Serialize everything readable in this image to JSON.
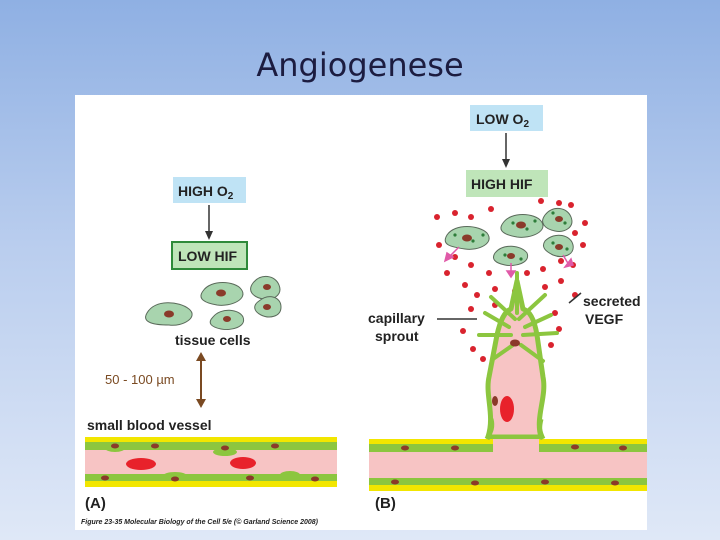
{
  "slide": {
    "title": "Angiogenese"
  },
  "panel_a": {
    "oxygen_box": {
      "prefix": "HIGH O",
      "subscript": "2"
    },
    "hif_box": "LOW HIF",
    "cells_label": "tissue cells",
    "distance_label": "50 - 100 µm",
    "vessel_label": "small blood vessel",
    "panel_letter": "(A)"
  },
  "panel_b": {
    "oxygen_box": {
      "prefix": "LOW O",
      "subscript": "2"
    },
    "hif_box": "HIGH HIF",
    "sprout_label": [
      "capillary",
      "sprout"
    ],
    "vegf_label": [
      "secreted",
      "VEGF"
    ],
    "panel_letter": "(B)"
  },
  "caption": "Figure 23-35 Molecular Biology of the Cell 5/e (© Garland Science 2008)",
  "colors": {
    "box_blue": "#bfe3f5",
    "box_green": "#bfe5b9",
    "vessel_green": "#8cc63f",
    "vessel_yellow": "#f2e600",
    "lumen_pink": "#f7c4c4",
    "red_cell": "#e8222b",
    "vegf_red": "#d9232e",
    "cell_fill": "#a8d4ae",
    "arrow_brown": "#7a4a22"
  }
}
